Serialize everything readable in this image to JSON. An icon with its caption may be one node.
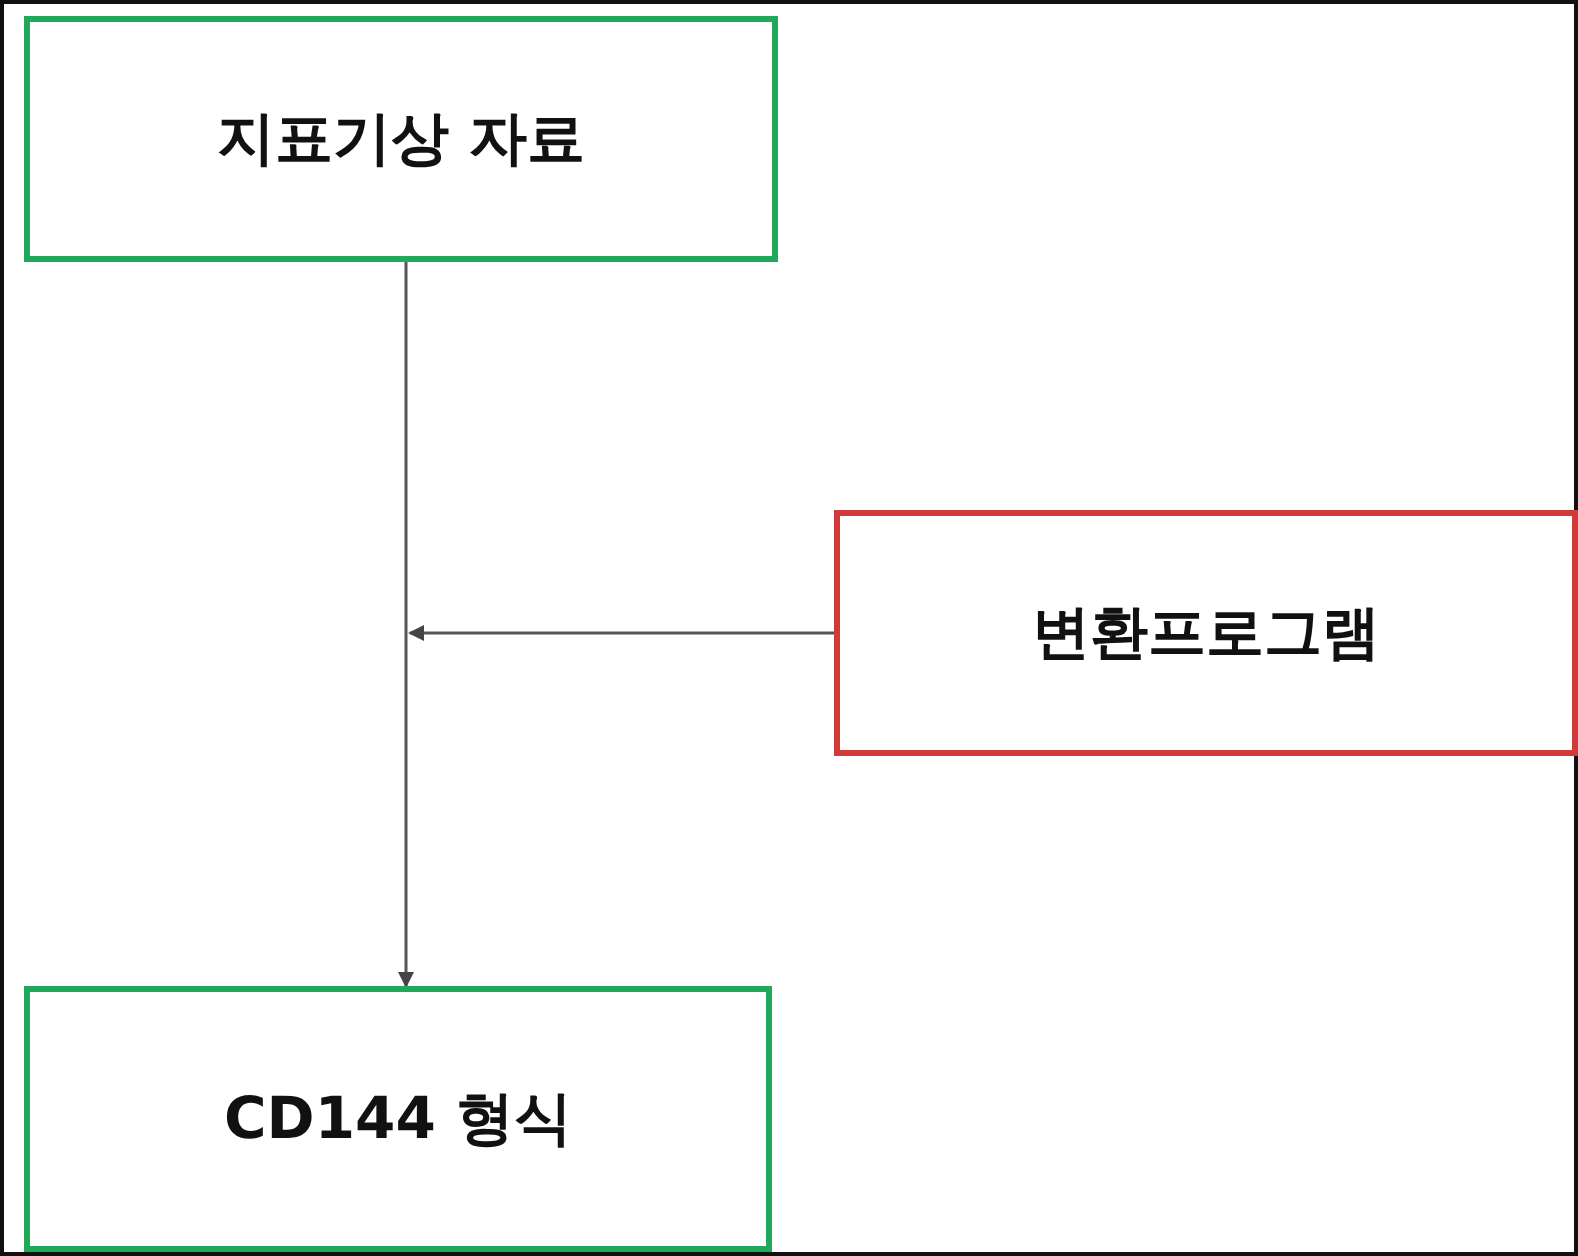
{
  "diagram": {
    "nodes": [
      {
        "text": [
          "지표기상 자료"
        ]
      },
      {
        "text": [
          "변환프로그램"
        ]
      },
      {
        "text": [
          "CD144 형식"
        ]
      }
    ],
    "edges": [
      {
        "from": 0,
        "to": 2,
        "arrow": "to"
      },
      {
        "from": 1,
        "to": null,
        "arrow": "to"
      }
    ]
  }
}
